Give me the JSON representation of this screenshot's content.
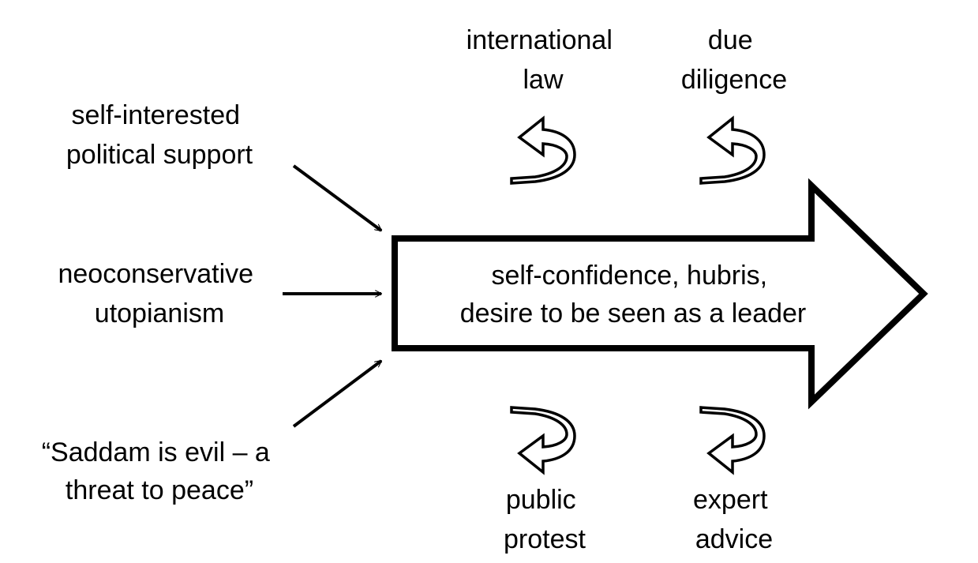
{
  "colors": {
    "stroke": "#000000",
    "fill": "#ffffff",
    "text": "#000000"
  },
  "main_arrow": {
    "lines": [
      "self-confidence, hubris,",
      "desire to be seen as a leader"
    ]
  },
  "drivers": [
    {
      "lines": [
        "self-interested",
        "political support"
      ]
    },
    {
      "lines": [
        "neoconservative",
        "utopianism"
      ]
    },
    {
      "lines": [
        "“Saddam is evil – a",
        "threat to peace”"
      ]
    }
  ],
  "deflected": [
    {
      "lines": [
        "international",
        "law"
      ]
    },
    {
      "lines": [
        "due",
        "diligence"
      ]
    },
    {
      "lines": [
        "public",
        "protest"
      ]
    },
    {
      "lines": [
        "expert",
        "advice"
      ]
    }
  ]
}
